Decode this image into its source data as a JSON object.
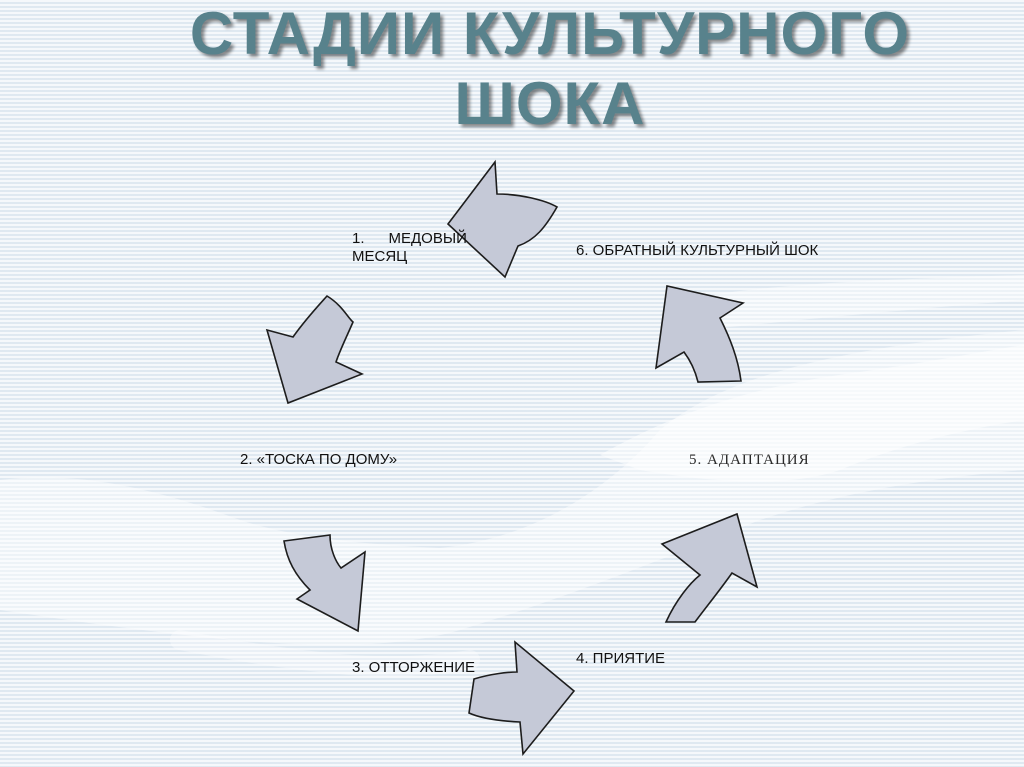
{
  "title": {
    "line1": "СТАДИИ КУЛЬТУРНОГО",
    "line2": "ШОКА"
  },
  "stages": {
    "s1_num": "1.",
    "s1_text_a": "МЕДОВЫЙ",
    "s1_text_b": "МЕСЯЦ",
    "s2": "2. «ТОСКА ПО ДОМУ»",
    "s3": "3. ОТТОРЖЕНИЕ",
    "s4": "4. ПРИЯТИЕ",
    "s5": "5. АДАПТАЦИЯ",
    "s6": "6. ОБРАТНЫЙ КУЛЬТУРНЫЙ ШОК"
  },
  "colors": {
    "title": "#58828c",
    "arrow_fill": "#c5c9d7",
    "arrow_stroke": "#1d1d1d",
    "background": "#e9f0f6"
  }
}
